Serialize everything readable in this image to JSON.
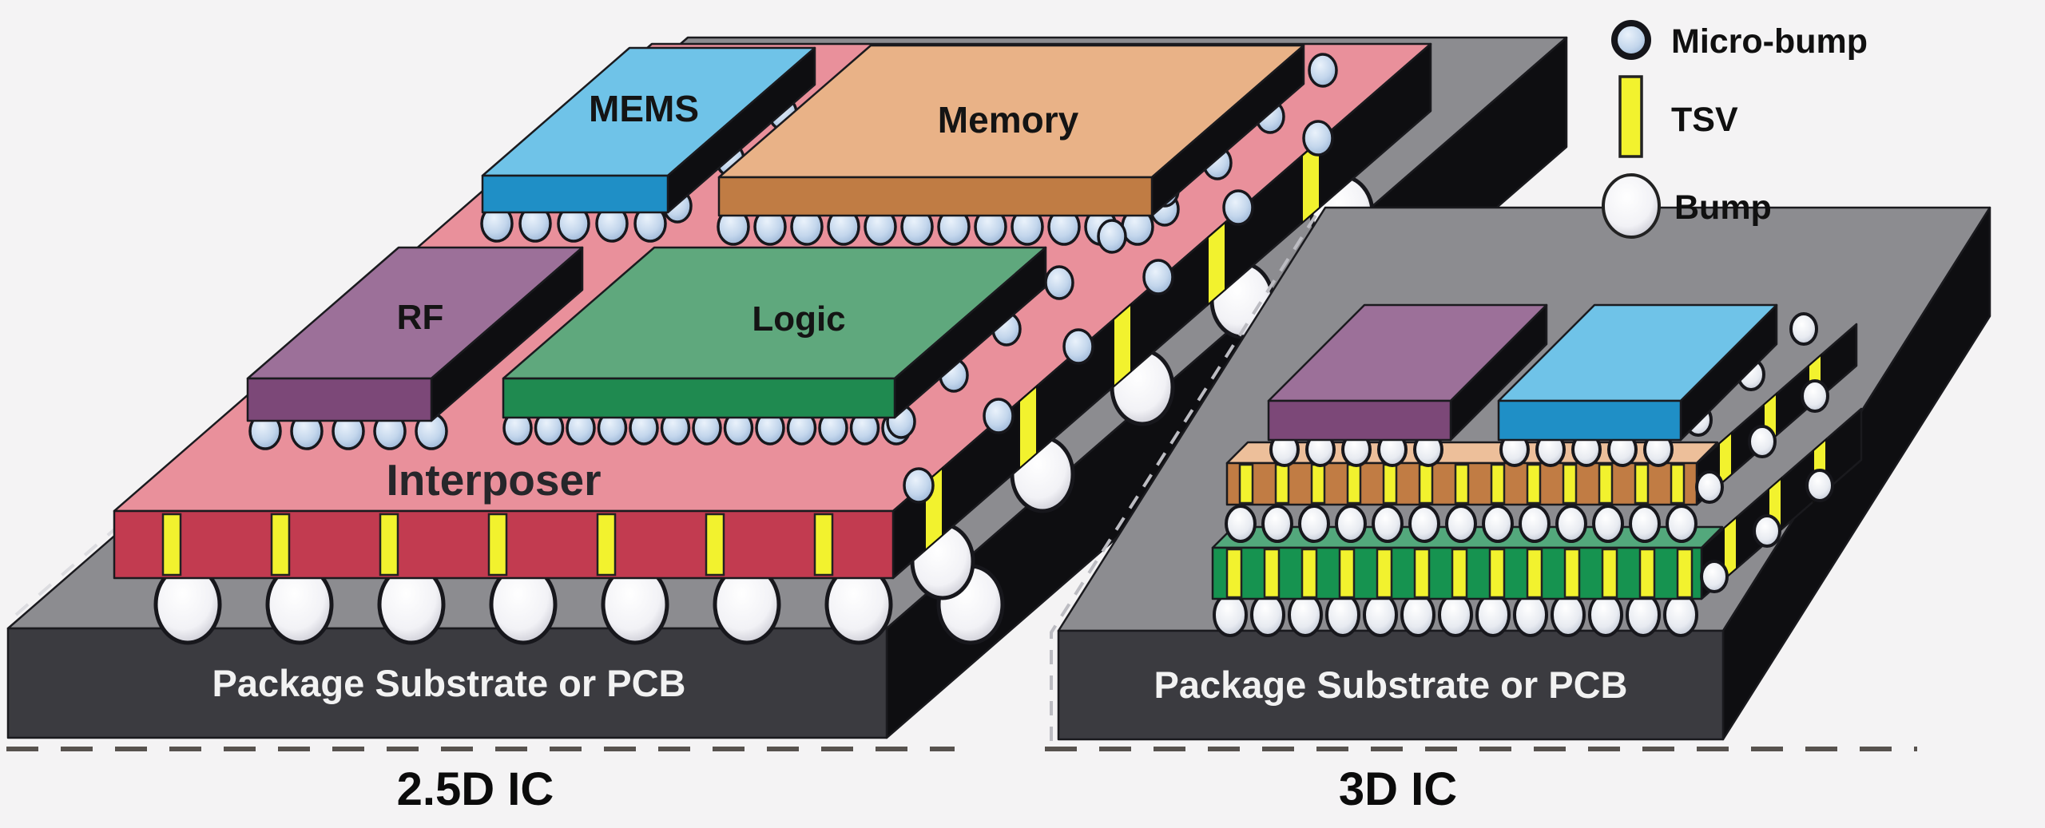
{
  "legend": {
    "items": [
      {
        "icon": "micro-bump",
        "label": "Micro-bump"
      },
      {
        "icon": "tsv",
        "label": "TSV"
      },
      {
        "icon": "bump",
        "label": "Bump"
      }
    ]
  },
  "left_diagram": {
    "caption": "2.5D IC",
    "substrate_label": "Package Substrate or PCB",
    "interposer_label": "Interposer",
    "chips": [
      {
        "label": "MEMS"
      },
      {
        "label": "Memory"
      },
      {
        "label": "RF"
      },
      {
        "label": "Logic"
      }
    ]
  },
  "right_diagram": {
    "caption": "3D IC",
    "substrate_label": "Package Substrate or PCB"
  },
  "colors": {
    "background": "#f4f3f4",
    "substrate_top": "#8c8c90",
    "substrate_front": "#3b3b40",
    "side_black": "#0e0e11",
    "interposer_top": "#e9909b",
    "interposer_front": "#c23b50",
    "tsv": "#f2f22e",
    "mems_top": "#6fc3e8",
    "mems_front": "#1f8fc6",
    "memory_top": "#e9b287",
    "memory_front": "#c07c44",
    "rf_top": "#9c7099",
    "rf_front": "#7c4878",
    "logic_top": "#5fa87d",
    "logic_front": "#1f8a50",
    "green_die_top": "#53a87c",
    "green_die_front": "#169350",
    "orange_die_top": "#edbf9a",
    "orange_die_front": "#c17c44",
    "micro_bump": "#b7cde8",
    "text_dark": "#141414",
    "text_light": "#f2f2f2",
    "dash": "#4a4a4a"
  }
}
